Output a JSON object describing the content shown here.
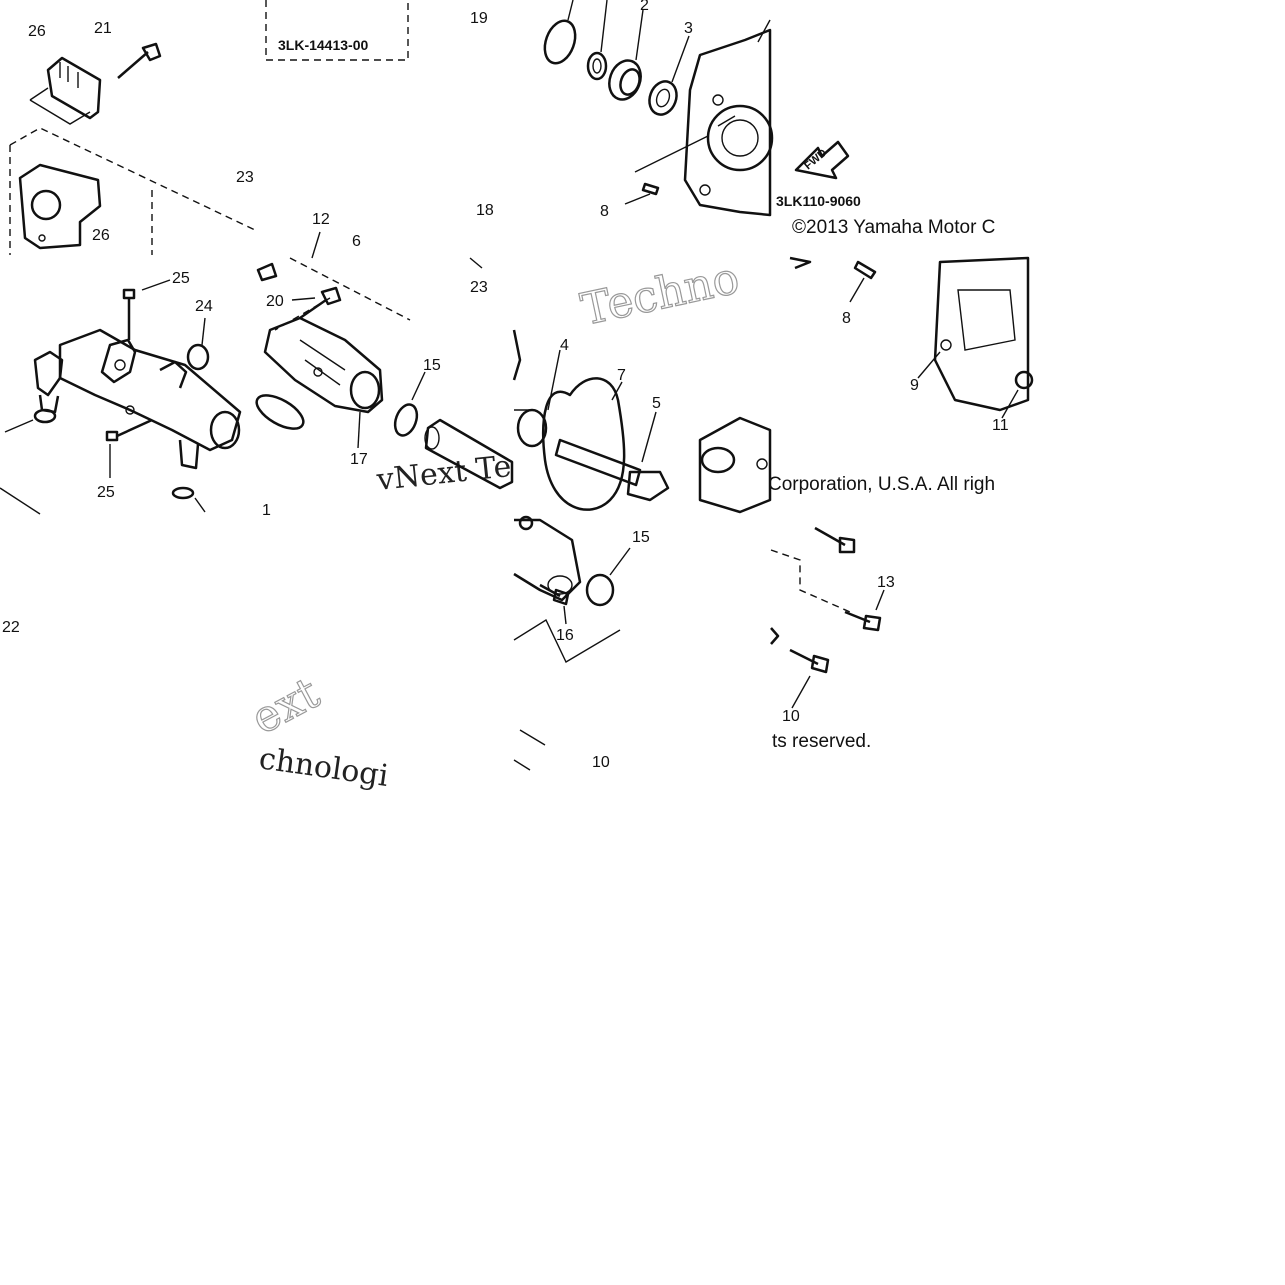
{
  "callouts": {
    "c26a": "26",
    "c21": "21",
    "c23a": "23",
    "c26b": "26",
    "c25a": "25",
    "c24": "24",
    "c25b": "25",
    "c22": "22",
    "c19": "19",
    "c18": "18",
    "c12": "12",
    "c6": "6",
    "c23b": "23",
    "c20": "20",
    "c15a": "15",
    "c17": "17",
    "c2": "2",
    "c3": "3",
    "c8a": "8",
    "c4": "4",
    "c7": "7",
    "c5": "5",
    "c15b": "15",
    "c16": "16",
    "c10a": "10",
    "c8b": "8",
    "c9": "9",
    "c11": "11",
    "c13": "13",
    "c10b": "10",
    "c1": "1"
  },
  "part_codes": {
    "code_a": "3LK-14413-00",
    "code_b": "3LK110-9060"
  },
  "direction_marker": "FWD",
  "copyright": {
    "line1": "©2013 Yamaha Motor C",
    "line2": "Corporation, U.S.A. All righ",
    "line3": "ts reserved."
  },
  "watermarks": {
    "w1": "Techno",
    "w2": "vNext Te",
    "w3": "ext",
    "w4": "chnologi"
  }
}
